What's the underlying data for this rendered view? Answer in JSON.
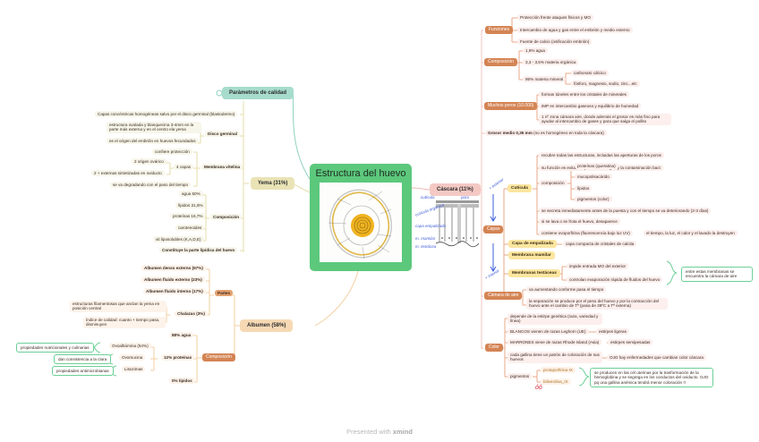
{
  "central": {
    "title": "Estructura del huevo",
    "image": "egg-cross-section-diagram"
  },
  "footer": {
    "prefix": "Presented with",
    "brand": "xmind"
  },
  "calidad": {
    "label": "Parámetros de calidad"
  },
  "yema": {
    "label": "Yema (31%)",
    "capas": "Capas concéntricas homogéneas salvo por el disco germinal (blastodermo)",
    "disco": {
      "label": "Disco germinal",
      "items": [
        "estructura ovalada y blanquecina 3-4mm en la parte más externa y en el centro ela yema",
        "es el origen del embrión en huevos fecundados"
      ]
    },
    "membrana": {
      "label": "Membrana vitelina",
      "items": [
        "confiere protección",
        "se va degradando con el paso del tiempo"
      ],
      "capas": {
        "label": "4 capas",
        "items": [
          "2 origen ovárico",
          "2 + externas sintetizadas en oviducto"
        ]
      }
    },
    "composicion": {
      "label": "Composición",
      "items": [
        "agua 50%",
        "lípidos 31,6%",
        "proteínas 16,7%",
        "carotenoides",
        "vit liposolubles (K,A,D,E)"
      ]
    },
    "lipidica": "Constituye la parte lipídica del huevo"
  },
  "albumen": {
    "label": "Albumen (58%)",
    "partes": {
      "label": "Partes",
      "items": [
        "Albumen denso externo (57%)",
        "Albumen fluido externo (23%)",
        "Albumen fluido interno (17%)"
      ]
    },
    "chalazas": {
      "label": "Chalazas (3%)",
      "items": [
        "estructuras filamentosas que anclan la yema en posición central",
        "índice de calidad: cuanto + tiempo pasa, disminuyen"
      ]
    },
    "composicion": {
      "label": "Composición",
      "agua": "88% agua",
      "lipidos": "0% lípidos",
      "proteinas": {
        "label": "12% proteínas",
        "items": [
          {
            "name": "Ovoalbúmina (54%)",
            "note": "propiedades nutricionales y culinarias"
          },
          {
            "name": "Ovomucina",
            "note": "dan consistencia a la clara"
          },
          {
            "name": "Lisozimas",
            "note": "propiedades antimicrobianas"
          }
        ]
      }
    }
  },
  "cascara": {
    "label": "Cáscara (11%)",
    "funciones": {
      "label": "Funciones",
      "items": [
        "Protección frente ataques físicos y MO",
        "Intercambio de agua y gas entre el embrión y medio externo",
        "Fuente de calcio (osificación embrión)"
      ]
    },
    "composicion": {
      "label": "Composición",
      "items": [
        "1,6% agua",
        "3,3 - 3,5% materia orgánica"
      ],
      "mineral": {
        "label": "95% materia mineral",
        "items": [
          "carbonato cálcico",
          "fósforo, magnesio, sodio, zinc...etc"
        ]
      }
    },
    "poros": {
      "label": "Muchos poros (10.000)",
      "items": [
        "forman túneles entre los cristales de minerales",
        "IMP en intercambio gaseoso y equilibrio de humedad",
        "1 nº zona cámara aire, donde además el grosor es más fino para ayudar al intercambio de gases y para que salga el pollito"
      ]
    },
    "grosor": {
      "bold": "Grosor medio 0,35 mm",
      "rest": " (no es homogéneo en toda la cáscara)"
    },
    "capas": {
      "label": "Capas",
      "cuticula": {
        "label": "Cutícula",
        "items": [
          "recubre todas las estructuras, incluidas las aperturas de los poros",
          "su función es evitar las pérdidas de agua y la contaminación bact"
        ],
        "composicion": {
          "label": "composición",
          "items": [
            "proteínas (queratina)",
            "mucopolisacárido",
            "lípidos",
            "pigmentos (color)"
          ]
        },
        "extra": [
          "se secreta inmediatamente antes de la puesta y con el tiempo se va deteriorando (2-3 días)",
          "si se lava o se frota el huevo, desaparece"
        ],
        "ovopor": {
          "label": "contiene ovoporfirina (fluorescencia bajo luz UV)",
          "note": "el tiempo, la luz, el calor y el lavado la destruyen"
        }
      },
      "empalizada": {
        "label": "Capa de empalizada",
        "note": "capa compacta de cristales de calcita"
      },
      "mamilar": {
        "label": "Membrana mamilar"
      },
      "testaceas": {
        "label": "Membranas testáceas",
        "items": [
          "impide entrada MO del exterior",
          "controlan evaporación rápida de fluidos del huevo"
        ],
        "note": "entre estas membranas se encuentra la cámara de aire"
      },
      "annot_top": "+ exterior",
      "annot_bottom": "+ interior"
    },
    "camara": {
      "label": "Cámara de aire",
      "items": [
        "va aumentando conforme pasa el tiempo",
        "la separación se produce por el peso del huevo y por la contracción del huevo ante el cambio de Tª (pasa de 39ºC a Tª externa)"
      ]
    },
    "color": {
      "label": "Color",
      "items": [
        "depende de la estirpe genética (raza, variedad y línea)"
      ],
      "blancos": {
        "label": "BLANCOS vienen de razas Leghorn (UE)",
        "note": "estirpes ligeras"
      },
      "marrones": {
        "label": "MARRONES viene de razas Rhode Island (Asia)",
        "note": "estirpes semipesadas"
      },
      "patron": {
        "label": "cada gallina tiene un patrón de coloración de sus huevos",
        "note": "OJO hay enfermedades que cambian color cáscara"
      },
      "pigmentos": {
        "label": "pigmentos",
        "items": [
          "protoporfirina-IX",
          "biliverdina_IX"
        ],
        "note": "se producen en las cél uterinas por la trasformación de la hemoglobina y se segrega en los conductos del oviducto. OJO pq una gallina anémica tendrá menor coloración !!"
      }
    }
  },
  "handwriting": [
    "cutícula",
    "poro",
    "cutícula orgánica",
    "capa empalizada",
    "m. mamilar",
    "m. testácea"
  ]
}
